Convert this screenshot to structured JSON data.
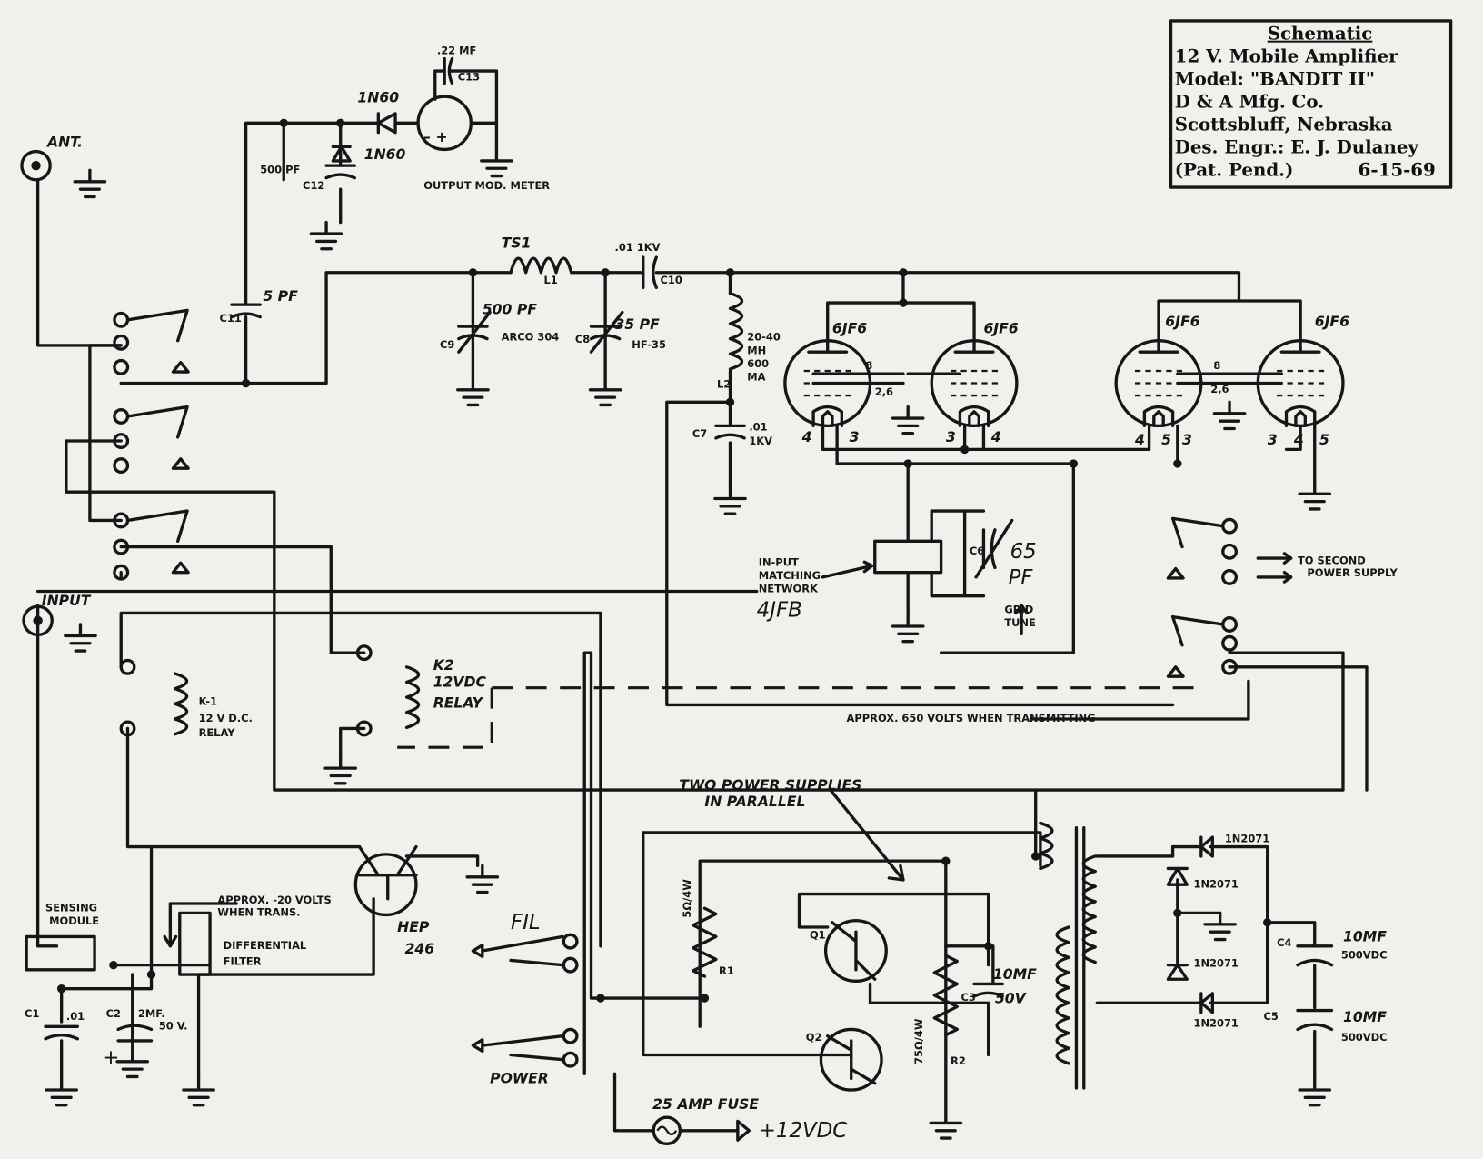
{
  "title_block": {
    "heading": "Schematic",
    "line1": "12 V. Mobile Amplifier",
    "line2": "Model: \"BANDIT II\"",
    "line3": "D & A Mfg. Co.",
    "line4": "Scottsbluff, Nebraska",
    "line5": "Des. Engr.: E. J. Dulaney",
    "patent": "(Pat. Pend.)",
    "date": "6-15-69"
  },
  "labels": {
    "ant": "ANT.",
    "input": "INPUT",
    "c13_value": ".22 MF",
    "c13": "C13",
    "diode1": "1N60",
    "diode2": "1N60",
    "c12_value": "500 PF",
    "c12": "C12",
    "meter": "OUTPUT MOD. METER",
    "c11_value": "5 PF",
    "c11": "C11",
    "ts1": "TS1",
    "l1": "L1",
    "c10_value": ".01 1KV",
    "c10": "C10",
    "c9_value": "500 PF",
    "c9": "C9",
    "c9_type": "ARCO 304",
    "c8_value": "35 PF",
    "c8": "C8",
    "c8_type": "HF-35",
    "l2_value_1": "20-40",
    "l2_value_2": "MH",
    "l2_value_3": "600",
    "l2_value_4": "MA",
    "l2": "L2",
    "c7": "C7",
    "c7_value_1": ".01",
    "c7_value_2": "1KV",
    "tube1": "6JF6",
    "tube2": "6JF6",
    "tube3": "6JF6",
    "tube4": "6JF6",
    "pin_4a": "4",
    "pin_3a": "3",
    "pin_3b": "3",
    "pin_4b": "4",
    "pin_4c": "4",
    "pin_5c": "5",
    "pin_3c": "3",
    "pin_3d": "3",
    "pin_4d": "4",
    "pin_5d": "5",
    "grid_8a": "8",
    "grid_26a": "2,6",
    "grid_8b": "8",
    "grid_26b": "2,6",
    "matching_1": "IN-PUT",
    "matching_2": "MATCHING",
    "matching_3": "NETWORK",
    "matching_tube": "4JFB",
    "c6": "C6",
    "c6_value": "65",
    "c6_unit": "PF",
    "grid_tune_1": "GRID",
    "grid_tune_2": "TUNE",
    "second_supply_1": "TO SECOND",
    "second_supply_2": "POWER SUPPLY",
    "k2": "K2",
    "k2_desc_1": "12VDC",
    "k2_desc_2": "RELAY",
    "k1": "K-1",
    "k1_desc_1": "12 V D.C.",
    "k1_desc_2": "RELAY",
    "hv_note": "APPROX. 650 VOLTS WHEN TRANSMITTING",
    "ps_note_1": "TWO POWER SUPPLIES",
    "ps_note_2": "IN PARALLEL",
    "d_top": "1N2071",
    "d_mid1": "1N2071",
    "d_mid2": "1N2071",
    "d_bot": "1N2071",
    "c4": "C4",
    "c4_value_1": "10MF",
    "c4_value_2": "500VDC",
    "c5": "C5",
    "c5_value_1": "10MF",
    "c5_value_2": "500VDC",
    "sensing_1": "SENSING",
    "sensing_2": "MODULE",
    "trans_note_1": "APPROX. -20 VOLTS",
    "trans_note_2": "WHEN TRANS.",
    "diff_1": "DIFFERENTIAL",
    "diff_2": "FILTER",
    "hep_1": "HEP",
    "hep_2": "246",
    "c1": "C1",
    "c1_value": ".01",
    "c2": "C2",
    "c2_value_1": "2MF.",
    "c2_value_2": "50 V.",
    "fil": "FIL",
    "power": "POWER",
    "fuse": "25 AMP FUSE",
    "supply": "+12VDC",
    "r1_value": "5Ω/4W",
    "r1": "R1",
    "q1": "Q1",
    "q2": "Q2",
    "r2_value": "75Ω/4W",
    "r2": "R2",
    "c3": "C3",
    "c3_value_1": "10MF",
    "c3_value_2": "50V"
  }
}
